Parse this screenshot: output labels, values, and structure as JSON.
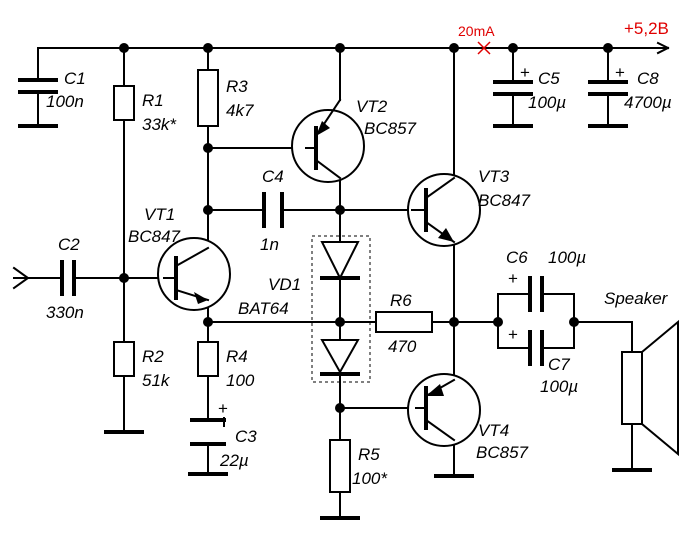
{
  "power": {
    "voltage": "+5,2В",
    "current": "20mA"
  },
  "components": {
    "C1": {
      "ref": "C1",
      "value": "100n"
    },
    "C2": {
      "ref": "C2",
      "value": "330n"
    },
    "C3": {
      "ref": "C3",
      "value": "22µ"
    },
    "C4": {
      "ref": "C4",
      "value": "1n"
    },
    "C5": {
      "ref": "C5",
      "value": "100µ"
    },
    "C6": {
      "ref": "C6",
      "value": "100µ"
    },
    "C7": {
      "ref": "C7",
      "value": "100µ"
    },
    "C8": {
      "ref": "C8",
      "value": "4700µ"
    },
    "R1": {
      "ref": "R1",
      "value": "33k*"
    },
    "R2": {
      "ref": "R2",
      "value": "51k"
    },
    "R3": {
      "ref": "R3",
      "value": "4k7"
    },
    "R4": {
      "ref": "R4",
      "value": "100"
    },
    "R5": {
      "ref": "R5",
      "value": "100*"
    },
    "R6": {
      "ref": "R6",
      "value": "470"
    },
    "VT1": {
      "ref": "VT1",
      "value": "BC847"
    },
    "VT2": {
      "ref": "VT2",
      "value": "BC857"
    },
    "VT3": {
      "ref": "VT3",
      "value": "BC847"
    },
    "VT4": {
      "ref": "VT4",
      "value": "BC857"
    },
    "VD1": {
      "ref": "VD1",
      "value": "BAT64"
    },
    "speaker": {
      "label": "Speaker"
    }
  },
  "colors": {
    "wire": "#000000",
    "annotation": "#e00000"
  }
}
